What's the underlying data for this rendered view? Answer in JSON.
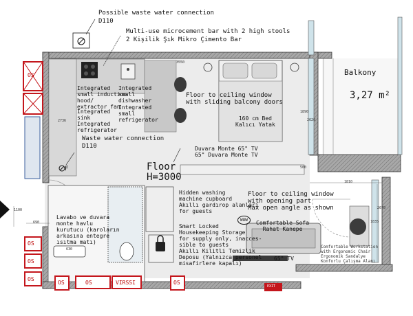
{
  "labels": {
    "waste_top": "Possible waste water connection",
    "waste_top_size": "D110",
    "bar_en": "Multi-use microcement bar with 2 high stools",
    "bar_tr": "2 Kişilik Şık Mikro Çimento Bar",
    "hood": "Integrated\nsmall induction\nhood/\nextractor fan",
    "sink": "Integrated\nsink",
    "fridge1": "Integrated\nrefrigerator",
    "dishwasher": "Integrated\nsmall\ndishwasher",
    "fridge2": "Integrated\nsmall\nrefrigerator",
    "window_top": "Floor to ceiling window\nwith sliding balcony doors",
    "bed": "160 cm Bed\nKalıcı Yatak",
    "tv": "Duvara Monte 65\" TV\n65\" Duvara Monte TV",
    "waste_mid": "Waste water connection",
    "waste_mid_size": "D110",
    "floor": "Floor\nH=3000",
    "balcony": "Balkony",
    "area": "3,27 m²",
    "washing": "Hidden washing\nmachine cupboard\nAkıllı gardırop alanları\nfor guests",
    "window_right": "Floor to ceiling window\nwith opening part\nMax open angle as shown",
    "wow": "WOW",
    "sofa": "Comfortable Sofa\nRahat Kanepe",
    "lavabo": "Lavabo ve duvara\nmonte havlu\nkurutucu (karoların\narkasına entegre\nısıtma matı)",
    "storage": "Smart Locked\nHousekeeping Storage\nfor supply only, inacces-\nsible to guests\nAkıllı Kilitli Temizlik\nDeposu (Yalnızca personel\nmisafirlere kapalı)",
    "tv_bottom": "65\" TV",
    "workstation": "Comfortable Workstation\nwith Ergonomic Chair\nErgonomik Sandalye\nKonforlu Çalışma Alanı",
    "os": "OS",
    "virosi": "VIRSSI",
    "f": "F",
    "exit": "EXIT"
  },
  "dims": {
    "d3550": "3550",
    "d2736": "2736",
    "d1890": "1890",
    "d2620": "2620",
    "d500": "500",
    "d1810": "1810",
    "d1100": "1100",
    "d690": "690",
    "d630": "630",
    "d1835": "1835",
    "d2670": "2670"
  },
  "colors": {
    "wall": "#8c8c8c",
    "floor": "#e6e6e6",
    "counter": "#cfcfcf",
    "glass": "#cfe3ea",
    "red": "#c4161c"
  }
}
